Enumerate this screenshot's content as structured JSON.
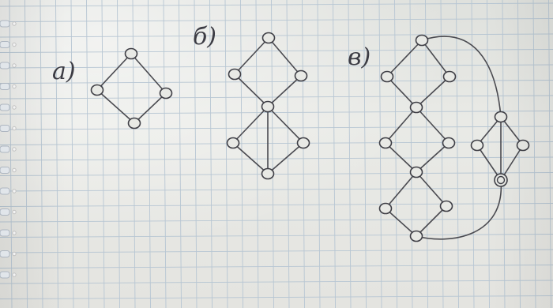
{
  "diagrams": [
    {
      "id": "a",
      "label": "a)"
    },
    {
      "id": "b",
      "label": "б)"
    },
    {
      "id": "v",
      "label": "в)"
    }
  ],
  "colors": {
    "paper": "#e6e7e3",
    "grid": "#b7c6d3",
    "pencil": "#4a4a50",
    "binding_ring": "#b8c1cc"
  }
}
